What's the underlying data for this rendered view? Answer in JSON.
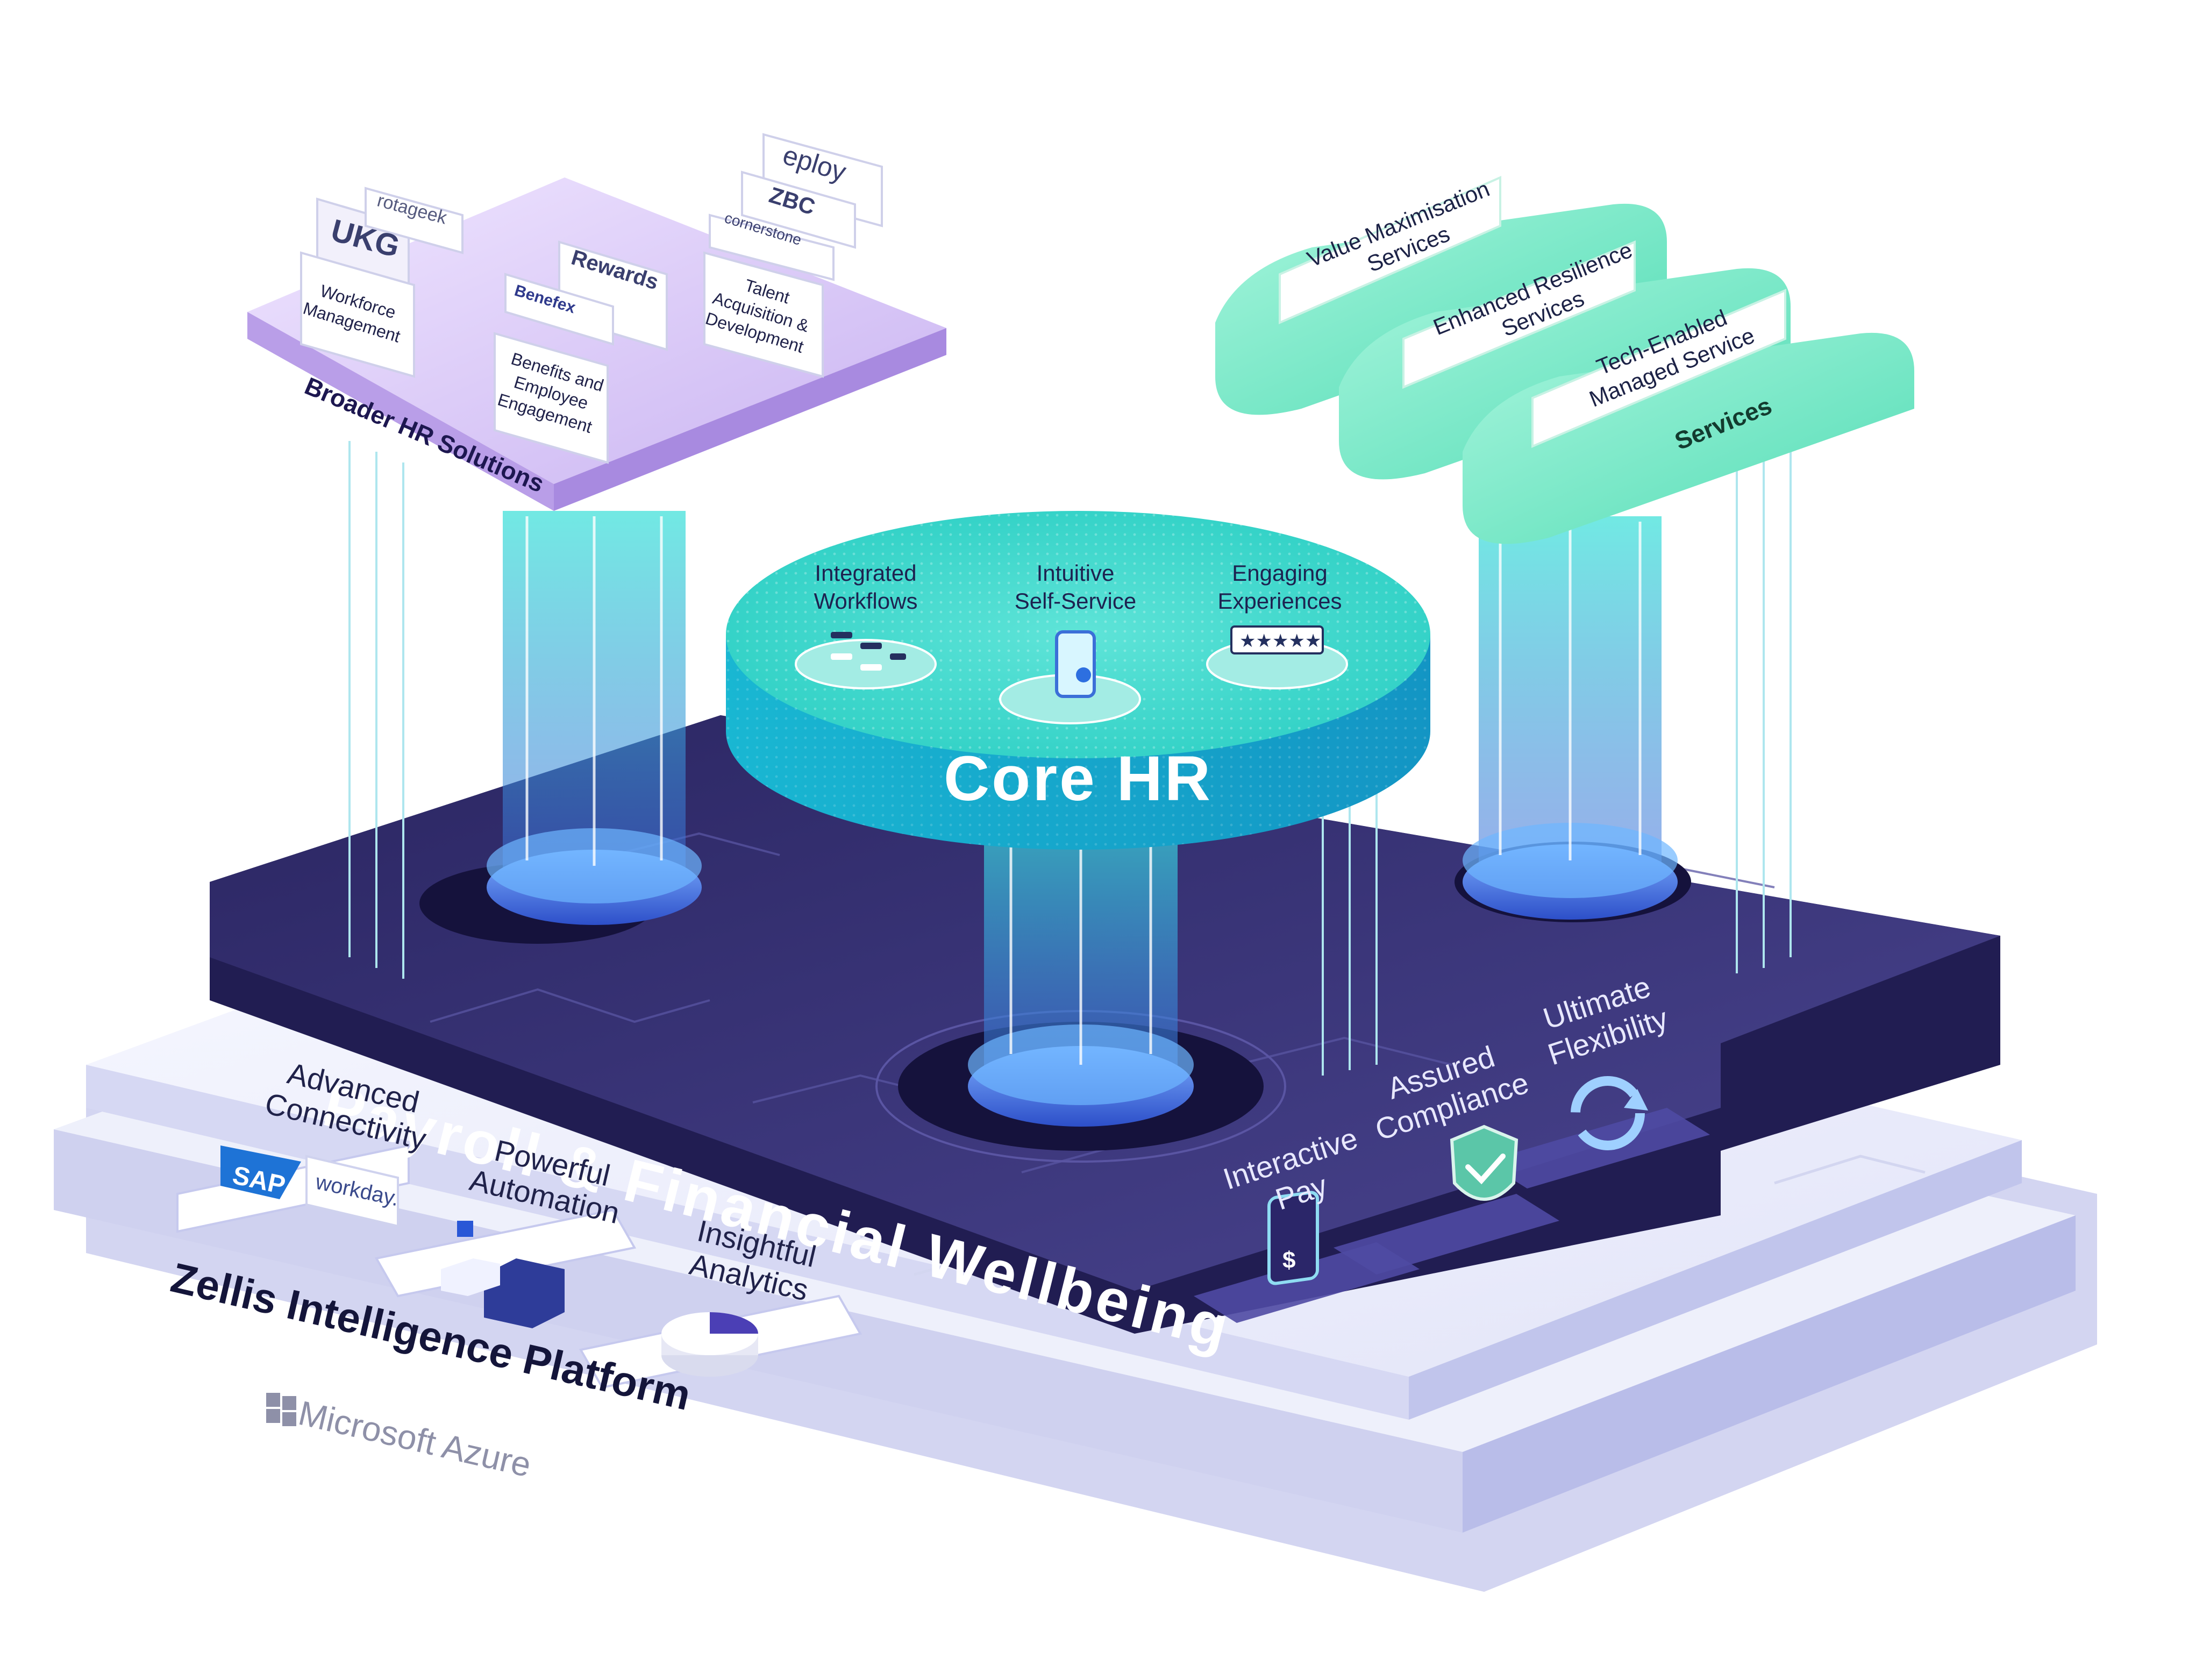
{
  "colors": {
    "platform": "#eceefb",
    "platform_side": "#c9ccef",
    "payroll_top": "#3a3477",
    "payroll_side": "#231f55",
    "core_top": "#2fd3c6",
    "core_side": "#11a9c9",
    "purple_tray": "#dccbf6",
    "green_tray": "#6be8c2",
    "beam": "#4fe3e0",
    "card": "#ffffff"
  },
  "azure": {
    "label": "Microsoft Azure",
    "icon": "microsoft-logo-icon"
  },
  "platform": {
    "title": "Zellis Intelligence Platform",
    "features": [
      {
        "label_lines": [
          "Advanced",
          "Connectivity"
        ],
        "logos": [
          "SAP",
          "workday."
        ]
      },
      {
        "label_lines": [
          "Powerful",
          "Automation"
        ],
        "icon": "automation-cubes-icon"
      },
      {
        "label_lines": [
          "Insightful",
          "Analytics"
        ],
        "icon": "pie-chart-icon"
      }
    ]
  },
  "payroll": {
    "title": "Payroll & Financial Wellbeing",
    "features": [
      {
        "label_lines": [
          "Interactive",
          "Pay"
        ],
        "icon": "phone-payment-icon",
        "symbol": "$"
      },
      {
        "label_lines": [
          "Assured",
          "Compliance"
        ],
        "icon": "shield-check-icon"
      },
      {
        "label_lines": [
          "Ultimate",
          "Flexibility"
        ],
        "icon": "refresh-arrows-icon"
      }
    ]
  },
  "core_hr": {
    "title": "Core HR",
    "features": [
      {
        "label_lines": [
          "Integrated",
          "Workflows"
        ],
        "icon": "workflow-icon"
      },
      {
        "label_lines": [
          "Intuitive",
          "Self-Service"
        ],
        "icon": "mobile-phone-icon"
      },
      {
        "label_lines": [
          "Engaging",
          "Experiences"
        ],
        "icon": "five-stars-icon",
        "rating_text": "★★★★★"
      }
    ]
  },
  "broader_hr": {
    "title": "Broader HR Solutions",
    "cards": [
      {
        "label_lines": [
          "Workforce",
          "Management"
        ],
        "logos": [
          "UKG",
          "rotageek"
        ]
      },
      {
        "label_lines": [
          "Benefits and",
          "Employee",
          "Engagement"
        ],
        "logos": [
          "Benefex",
          "Rewards"
        ]
      },
      {
        "label_lines": [
          "Talent",
          "Acquisition &",
          "Development"
        ],
        "logos": [
          "cornerstone",
          "ZBC",
          "eploy"
        ]
      }
    ]
  },
  "services": {
    "title": "Services",
    "items": [
      {
        "label_lines": [
          "Value Maximisation",
          "Services"
        ]
      },
      {
        "label_lines": [
          "Enhanced Resilience",
          "Services"
        ]
      },
      {
        "label_lines": [
          "Tech-Enabled",
          "Managed Service"
        ]
      }
    ]
  }
}
